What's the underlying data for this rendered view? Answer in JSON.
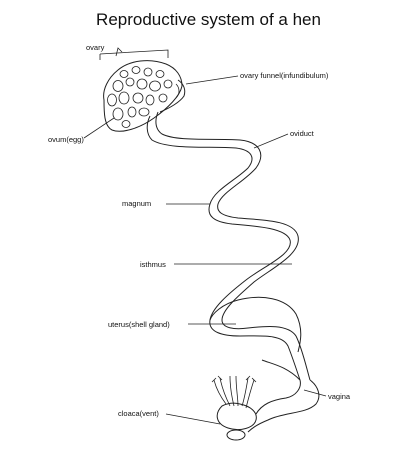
{
  "title": "Reproductive system of a hen",
  "labels": {
    "ovary": "ovary",
    "ovary_funnel": "ovary funnel(infundibulum)",
    "ovum": "ovum(egg)",
    "oviduct": "oviduct",
    "magnum": "magnum",
    "isthmus": "isthmus",
    "uterus": "uterus(shell gland)",
    "vagina": "vagina",
    "cloaca": "cloaca(vent)"
  },
  "colors": {
    "line": "#222222",
    "text": "#111111",
    "background": "#ffffff"
  }
}
